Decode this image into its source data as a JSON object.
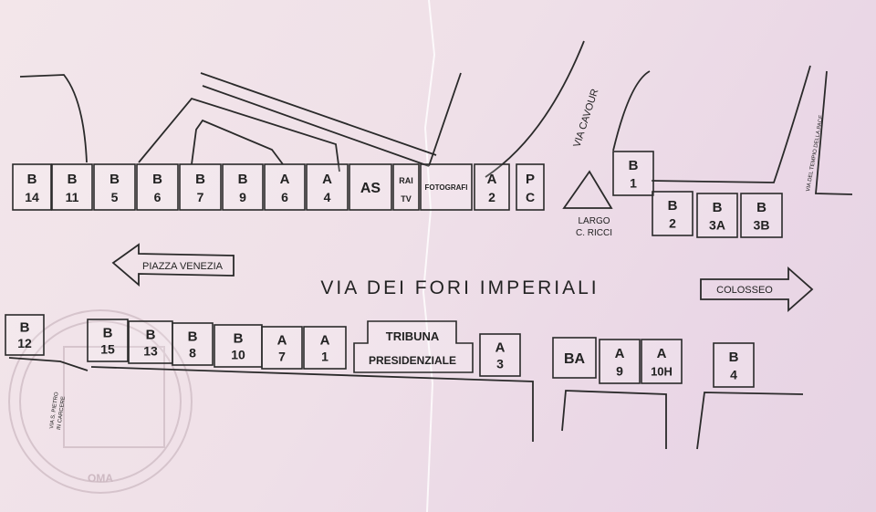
{
  "map": {
    "road_name": "VIA DEI FORI IMPERIALI",
    "arrow_left": "PIAZZA VENEZIA",
    "arrow_right": "COLOSSEO",
    "street_cavour": "VIA CAVOUR",
    "street_tempio": "VIA DEL TEMPIO DELLA PACE",
    "street_pietro": [
      "VIA S. PIETRO",
      "IN CARCERE"
    ],
    "largo": [
      "LARGO",
      "C. RICCI"
    ],
    "tribuna": [
      "TRIBUNA",
      "PRESIDENZIALE"
    ],
    "stamp_text": "OMA",
    "top_boxes": [
      {
        "l1": "B",
        "l2": "14"
      },
      {
        "l1": "B",
        "l2": "11"
      },
      {
        "l1": "B",
        "l2": "5"
      },
      {
        "l1": "B",
        "l2": "6"
      },
      {
        "l1": "B",
        "l2": "7"
      },
      {
        "l1": "B",
        "l2": "9"
      },
      {
        "l1": "A",
        "l2": "6"
      },
      {
        "l1": "A",
        "l2": "4"
      },
      {
        "l1": "AS",
        "l2": ""
      },
      {
        "l1": "RAI",
        "l2": "TV"
      },
      {
        "l1": "FOTOGRAFI",
        "l2": ""
      },
      {
        "l1": "A",
        "l2": "2"
      },
      {
        "l1": "P",
        "l2": "C"
      }
    ],
    "right_boxes": [
      {
        "l1": "B",
        "l2": "1"
      },
      {
        "l1": "B",
        "l2": "2"
      },
      {
        "l1": "B",
        "l2": "3A"
      },
      {
        "l1": "B",
        "l2": "3B"
      }
    ],
    "bottom_boxes": [
      {
        "l1": "B",
        "l2": "12"
      },
      {
        "l1": "B",
        "l2": "15"
      },
      {
        "l1": "B",
        "l2": "13"
      },
      {
        "l1": "B",
        "l2": "8"
      },
      {
        "l1": "B",
        "l2": "10"
      },
      {
        "l1": "A",
        "l2": "7"
      },
      {
        "l1": "A",
        "l2": "1"
      },
      {
        "l1": "A",
        "l2": "3"
      },
      {
        "l1": "BA",
        "l2": ""
      },
      {
        "l1": "A",
        "l2": "9"
      },
      {
        "l1": "A",
        "l2": "10H"
      },
      {
        "l1": "B",
        "l2": "4"
      }
    ]
  }
}
